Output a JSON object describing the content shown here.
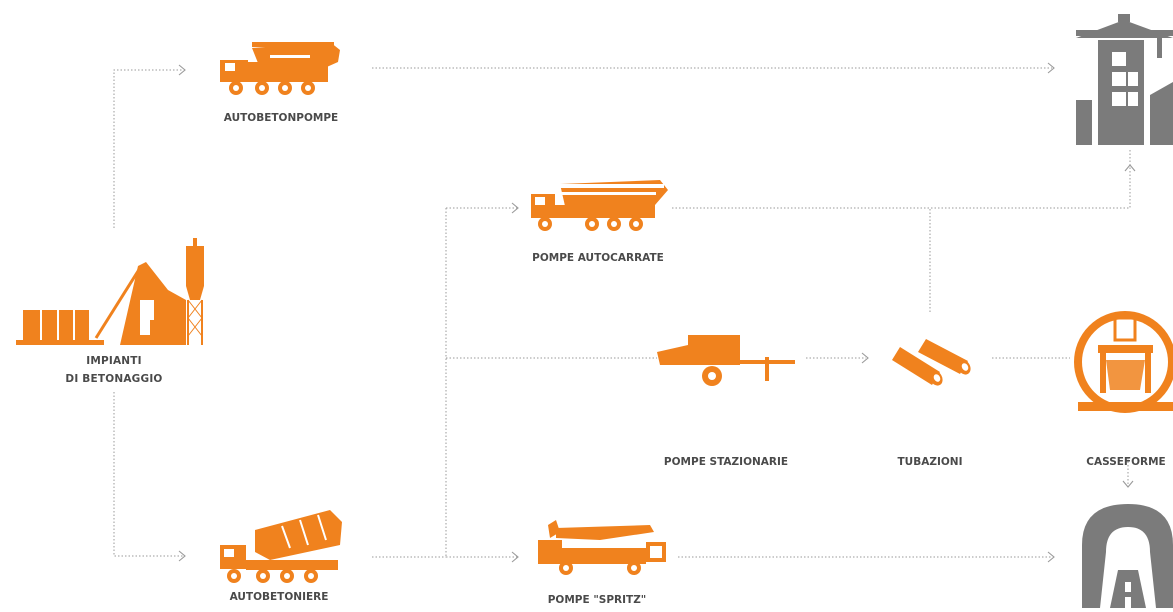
{
  "colors": {
    "machine": "#f0821e",
    "building": "#7b7b7b",
    "connector": "#9a9a9a",
    "label": "#4a4a4a"
  },
  "nodes": {
    "plant": {
      "line1": "IMPIANTI",
      "line2": "DI BETONAGGIO",
      "icon": "batching-plant-icon"
    },
    "truck_pump": {
      "label": "AUTOBETONPOMPE",
      "icon": "truck-mounted-pump-icon"
    },
    "mounted_pump": {
      "label": "POMPE AUTOCARRATE",
      "icon": "truck-mounted-concrete-pump-icon"
    },
    "stationary_pump": {
      "label": "POMPE STAZIONARIE",
      "icon": "trailer-pump-icon"
    },
    "pipes": {
      "label": "TUBAZIONI",
      "icon": "pipes-icon"
    },
    "formwork": {
      "label": "CASSEFORME",
      "icon": "tunnel-formwork-icon"
    },
    "mixer": {
      "label": "AUTOBETONIERE",
      "icon": "mixer-truck-icon"
    },
    "spritz": {
      "label": "POMPE \"SPRITZ\"",
      "icon": "shotcrete-pump-icon"
    },
    "building": {
      "icon": "building-construction-icon"
    },
    "tunnel": {
      "icon": "tunnel-icon"
    }
  }
}
